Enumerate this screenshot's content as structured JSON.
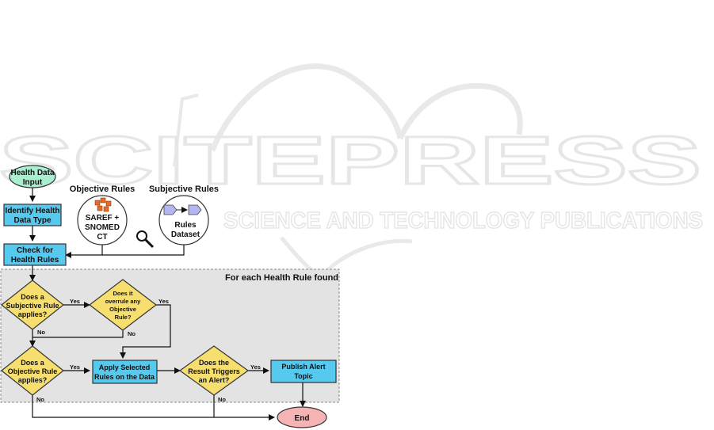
{
  "watermark": {
    "brand": "SCITEPRESS",
    "tagline": "SCIENCE AND TECHNOLOGY PUBLICATIONS"
  },
  "colors": {
    "process_fill": "#55c9ee",
    "decision_fill": "#f7df6f",
    "start_fill": "#a9efcf",
    "end_fill": "#f6b3b3",
    "region_fill": "#e3e3e3",
    "cube_fill": "#e86a24",
    "pentagon_fill": "#b5b5f2"
  },
  "diagram": {
    "region_title": "For each Health Rule found",
    "start": [
      "Health Data",
      "Input"
    ],
    "identify": [
      "Identify Health",
      "Data Type"
    ],
    "check": [
      "Check for",
      "Health Rules"
    ],
    "objective_rules": {
      "heading": "Objective Rules",
      "lines": [
        "SAREF +",
        "SNOMED",
        "CT"
      ],
      "icon": "ontology-cube-icon"
    },
    "subjective_rules": {
      "heading": "Subjective Rules",
      "lines": [
        "Rules",
        "Dataset"
      ],
      "icon": "pentagon-arrows-icon"
    },
    "search_icon": "magnifier-icon",
    "d_subjective": [
      "Does a",
      "Subjective Rule",
      "applies?"
    ],
    "d_overrule": [
      "Does it",
      "overrule any",
      "Objective",
      "Rule?"
    ],
    "d_objective": [
      "Does a",
      "Objective Rule",
      "applies?"
    ],
    "apply": [
      "Apply Selected",
      "Rules on the Data"
    ],
    "d_trigger": [
      "Does the",
      "Result Triggers",
      "an Alert?"
    ],
    "publish": [
      "Publish Alert",
      "Topic"
    ],
    "end": "End",
    "labels": {
      "yes1": "Yes",
      "no1": "No",
      "yes2": "Yes",
      "no2": "No",
      "yes3": "Yes",
      "no3": "No",
      "yes4": "Yes",
      "no4": "No"
    }
  }
}
